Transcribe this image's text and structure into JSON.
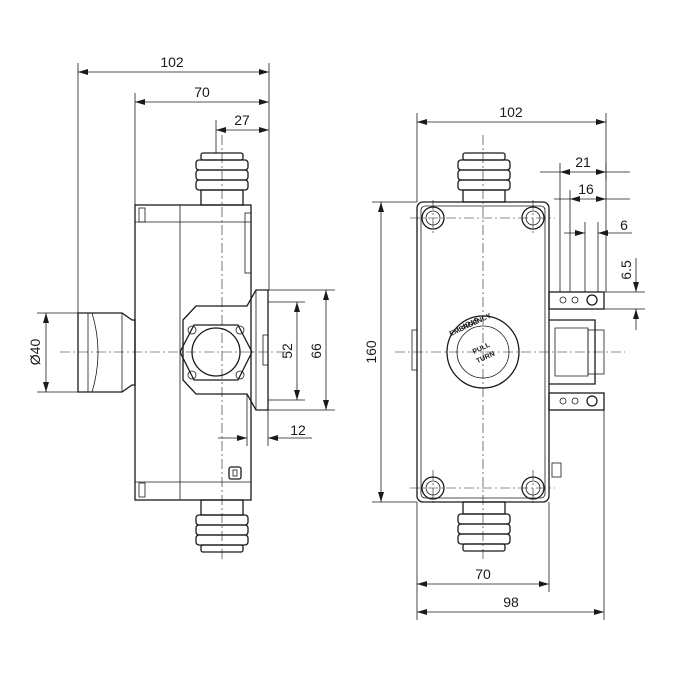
{
  "side_view": {
    "dims": {
      "overall_width": "102",
      "housing_width": "70",
      "gland_offset": "27",
      "button_diameter": "Ø40",
      "actuator_inner": "52",
      "actuator_outer": "66",
      "actuator_depth": "12"
    }
  },
  "front_view": {
    "dims": {
      "overall_width": "102",
      "height": "160",
      "housing_width": "70",
      "base_width": "98",
      "bracket_21": "21",
      "bracket_16": "16",
      "bracket_6": "6",
      "bracket_6_5": "6.5"
    },
    "label_lines": [
      "EMERGENCY",
      "STOP",
      "PULL",
      "TURN"
    ]
  }
}
